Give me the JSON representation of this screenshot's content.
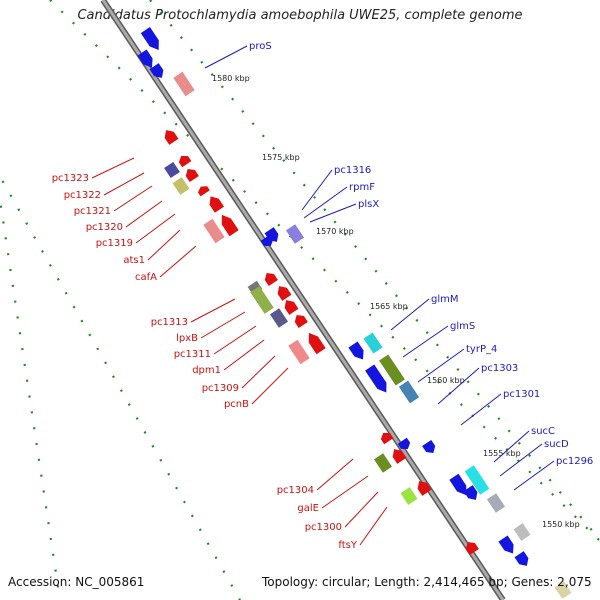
{
  "title": "Candidatus Protochlamydia amoebophila UWE25, complete genome",
  "footer": {
    "accession": "Accession: NC_005861",
    "topology": "Topology: circular; Length: 2,414,465 bp; Genes: 2,075"
  },
  "colors": {
    "axis": "#8a8a8a",
    "dots": "#1f8a1f",
    "forward_label": "#1a1acc",
    "reverse_label": "#cc1111",
    "cds_forward": "#1515e0",
    "cds_reverse": "#e01010"
  },
  "ticks": [
    "1580 kbp",
    "1575 kbp",
    "1570 kbp",
    "1565 kbp",
    "1560 kbp",
    "1555 kbp",
    "1550 kbp"
  ],
  "forward_labels": [
    "proS",
    "pc1316",
    "rpmF",
    "plsX",
    "glmM",
    "glmS",
    "tyrP_4",
    "pc1303",
    "pc1301",
    "sucC",
    "sucD",
    "pc1296"
  ],
  "reverse_labels": [
    "pc1323",
    "pc1322",
    "pc1321",
    "pc1320",
    "pc1319",
    "ats1",
    "cafA",
    "pc1313",
    "lpxB",
    "pc1311",
    "dpm1",
    "pc1309",
    "pcnB",
    "pc1304",
    "galE",
    "pc1300",
    "ftsY"
  ]
}
